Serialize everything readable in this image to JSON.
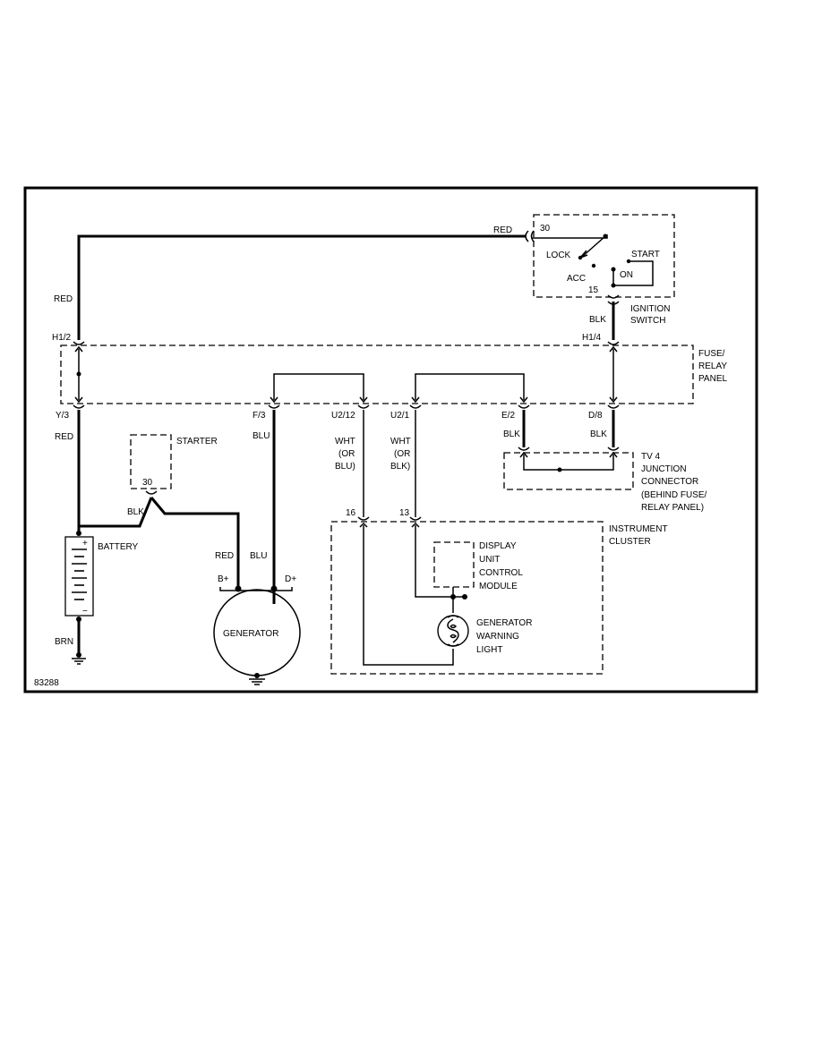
{
  "diagram_id": "83288",
  "components": {
    "ignition_switch": {
      "label_lines": [
        "IGNITION",
        "SWITCH"
      ],
      "pin_in": "30",
      "pin_out": "15",
      "positions": [
        "LOCK",
        "ACC",
        "ON",
        "START"
      ]
    },
    "fuse_relay_panel": {
      "label_lines": [
        "FUSE/",
        "RELAY",
        "PANEL"
      ]
    },
    "starter": {
      "label": "STARTER",
      "pin": "30"
    },
    "battery": {
      "label": "BATTERY",
      "plus": "+",
      "minus": "−"
    },
    "generator": {
      "label": "GENERATOR",
      "terminal_b": "B+",
      "terminal_d": "D+"
    },
    "tv4_junction": {
      "label_lines": [
        "TV 4",
        "JUNCTION",
        "CONNECTOR",
        "(BEHIND FUSE/",
        "RELAY PANEL)"
      ]
    },
    "instrument_cluster": {
      "label_lines": [
        "INSTRUMENT",
        "CLUSTER"
      ],
      "pin_a": "16",
      "pin_b": "13"
    },
    "display_module": {
      "label_lines": [
        "DISPLAY",
        "UNIT",
        "CONTROL",
        "MODULE"
      ]
    },
    "warning_light": {
      "label_lines": [
        "GENERATOR",
        "WARNING",
        "LIGHT"
      ]
    }
  },
  "connectors": {
    "h1_2": "H1/2",
    "h1_4": "H1/4",
    "y_3": "Y/3",
    "f_3": "F/3",
    "u2_12": "U2/12",
    "u2_1": "U2/1",
    "e_2": "E/2",
    "d_8": "D/8"
  },
  "wire_colors": {
    "red_top": "RED",
    "red_left": "RED",
    "blk_ign": "BLK",
    "red_y3": "RED",
    "blu_f3": "BLU",
    "wht_u212": [
      "WHT",
      "(OR",
      "BLU)"
    ],
    "wht_u21": [
      "WHT",
      "(OR",
      "BLK)"
    ],
    "blk_e2": "BLK",
    "blk_d8": "BLK",
    "blk_starter": "BLK",
    "red_gen": "RED",
    "blu_gen": "BLU",
    "brn_ground": "BRN"
  }
}
